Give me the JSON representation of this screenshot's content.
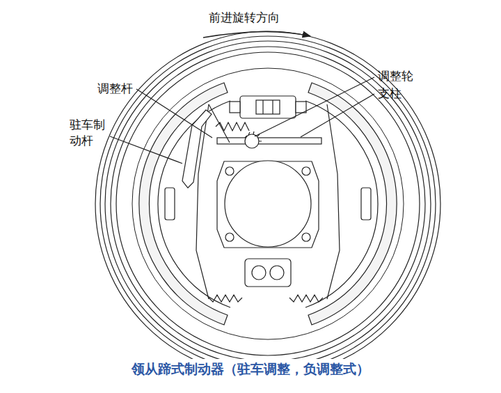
{
  "diagram": {
    "caption": "领从蹄式制动器（驻车调整，负调整式）",
    "labels": [
      "前进旋转方向",
      "调整杆",
      "驻车制动杆",
      "调整轮",
      "支柱"
    ]
  }
}
